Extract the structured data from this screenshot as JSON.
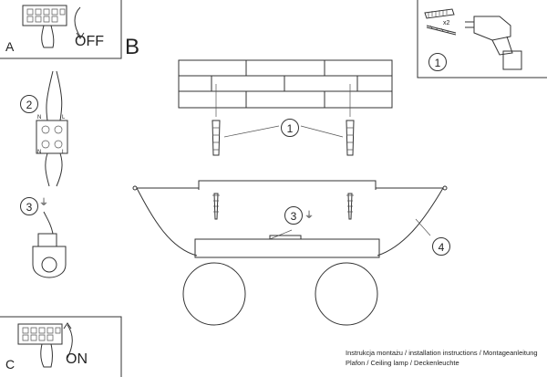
{
  "panels": {
    "a": {
      "letter": "A",
      "action": "OFF"
    },
    "b": {
      "letter": "B"
    },
    "c": {
      "letter": "C",
      "action": "ON"
    }
  },
  "tools": {
    "quantity": "x2",
    "step": "1"
  },
  "wiring": {
    "step": "2",
    "terminal_top_left": "N",
    "terminal_top_right": "L",
    "terminal_bottom_left": "N",
    "terminal_bottom_right": "L"
  },
  "ground": {
    "step": "3"
  },
  "main_diagram": {
    "step_screws": "1",
    "step_ground": "3",
    "step_body": "4"
  },
  "footer": {
    "line1": "Instrukcja montażu / installation instructions / Montageanleitung",
    "line2": "Plafon / Ceiling lamp / Deckenleuchte"
  }
}
